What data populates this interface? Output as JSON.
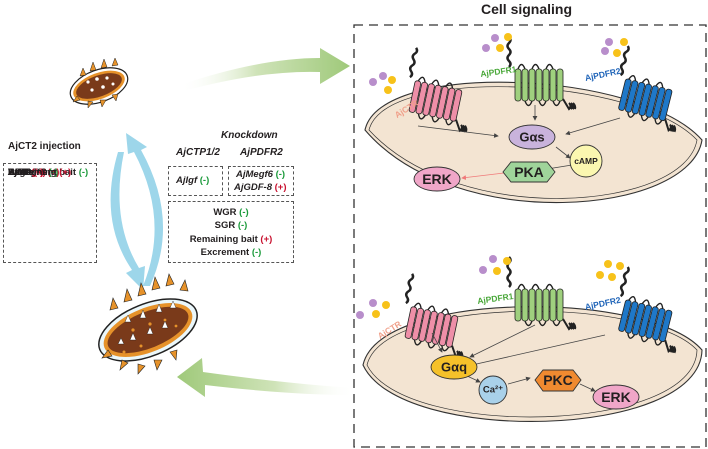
{
  "titles": {
    "cell_signaling": "Cell signaling",
    "injection": "AjCT2 injection",
    "knockdown": "Knockdown"
  },
  "injection_effects": [
    {
      "label": "AjIgf",
      "italic": true,
      "sign": "(+)",
      "direction": "up"
    },
    {
      "label": "AjMegf6",
      "italic": true,
      "sign": "(+)",
      "direction": "up"
    },
    {
      "label": "AjGDF-8",
      "italic": true,
      "sign": "(-)",
      "direction": "down"
    },
    {
      "label": "WGR",
      "italic": false,
      "sign": "(+)",
      "direction": "up"
    },
    {
      "label": "SGR",
      "italic": false,
      "sign": "(+)",
      "direction": "up"
    },
    {
      "label": "Remaining bait",
      "italic": false,
      "sign": "(-)",
      "direction": "down"
    },
    {
      "label": "Excrement",
      "italic": false,
      "sign": "(+)",
      "direction": "up"
    }
  ],
  "knockdown": {
    "groups": [
      {
        "target": "AjCTP1/2",
        "effects": [
          {
            "label": "AjIgf",
            "sign": "(-)",
            "direction": "down"
          }
        ]
      },
      {
        "target": "AjPDFR2",
        "effects": [
          {
            "label": "AjMegf6",
            "sign": "(-)",
            "direction": "down"
          },
          {
            "label": "AjGDF-8",
            "sign": "(+)",
            "direction": "up"
          }
        ]
      }
    ],
    "shared_effects": [
      {
        "label": "WGR",
        "sign": "(-)",
        "direction": "down"
      },
      {
        "label": "SGR",
        "sign": "(-)",
        "direction": "down"
      },
      {
        "label": "Remaining bait",
        "sign": "(+)",
        "direction": "up"
      },
      {
        "label": "Excrement",
        "sign": "(-)",
        "direction": "down"
      }
    ]
  },
  "receptors": {
    "ctr": {
      "label": "AjCTR",
      "color": "#ee8fa8",
      "label_color": "#f0a08a"
    },
    "pdfr1": {
      "label": "AjPDFR1",
      "color": "#9fd07e",
      "label_color": "#4aa83a"
    },
    "pdfr2": {
      "label": "AjPDFR2",
      "color": "#1f78c8",
      "label_color": "#1f64b8"
    }
  },
  "pathway_top": {
    "g_protein": "Gαs",
    "messenger": "cAMP",
    "kinase": "PKA",
    "output": "ERK"
  },
  "pathway_bottom": {
    "g_protein": "Gαq",
    "messenger": "Ca²⁺",
    "kinase": "PKC",
    "output": "ERK"
  },
  "colors": {
    "cell_fill": "#f3e4d2",
    "gas": "#c9b3dc",
    "camp": "#fbf7b0",
    "pka": "#9fd49a",
    "erk": "#f0a6c8",
    "gaq": "#f5c12a",
    "ca": "#a9d1ea",
    "pkc": "#f08a30",
    "ligand_purple": "#b88ecb",
    "ligand_yellow": "#f7c21a",
    "arrow_green": "#9fc97a",
    "arrow_blue": "#9dd6ea",
    "plus_red": "#c8102e",
    "minus_green": "#1a9a3a"
  }
}
